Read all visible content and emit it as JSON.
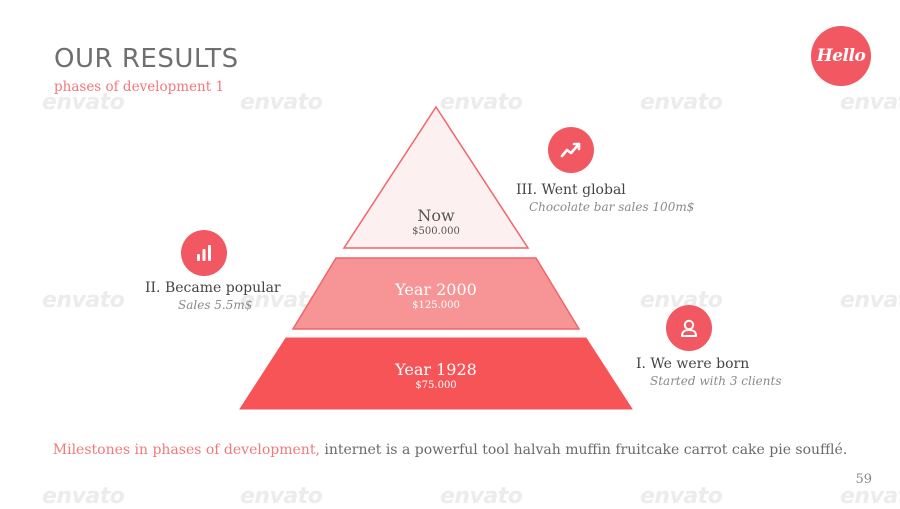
{
  "slide": {
    "title": "OUR RESULTS",
    "subtitle": "phases of development 1",
    "logo_text": "Hello",
    "page_number": "59",
    "watermark_text": "envato",
    "accent_color": "#f25861",
    "footer": {
      "highlight": "Milestones in phases of development,",
      "rest": " internet is a powerful tool halvah muffin fruitcake carrot cake pie soufflé."
    }
  },
  "pyramid": {
    "tiers": [
      {
        "name": "Now",
        "value": "$500.000",
        "fill": "#fdf0f0",
        "stroke": "#f2646a"
      },
      {
        "name": "Year 2000",
        "value": "$125.000",
        "fill": "#f79495",
        "stroke": "#f2646a"
      },
      {
        "name": "Year 1928",
        "value": "$75.000",
        "fill": "#f75457",
        "stroke": "#f75457"
      }
    ]
  },
  "phases": [
    {
      "title": "III. Went global",
      "desc": "Chocolate bar sales 100m$",
      "icon": "trend-icon"
    },
    {
      "title": "II. Became popular",
      "desc": "Sales 5.5m$",
      "icon": "bar-chart-icon"
    },
    {
      "title": "I. We were born",
      "desc": "Started with 3 clients",
      "icon": "user-icon"
    }
  ]
}
